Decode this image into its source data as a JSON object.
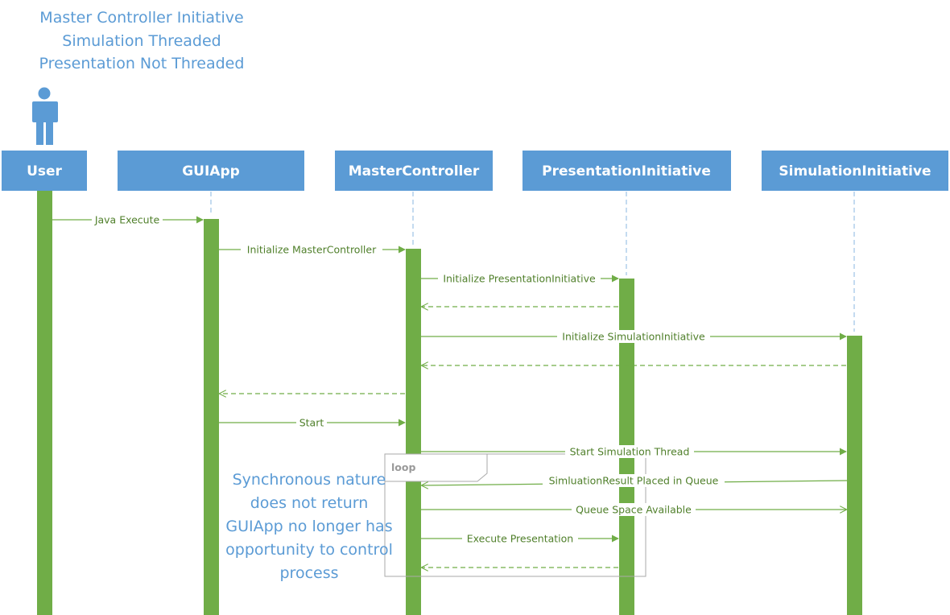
{
  "title": {
    "line1": "Master Controller Initiative",
    "line2": "Simulation Threaded",
    "line3": "Presentation Not Threaded"
  },
  "lifelines": [
    {
      "label": "User"
    },
    {
      "label": "GUIApp"
    },
    {
      "label": "MasterController"
    },
    {
      "label": "PresentationInitiative"
    },
    {
      "label": "SimulationInitiative"
    }
  ],
  "messages": [
    {
      "label": "Java Execute"
    },
    {
      "label": "Initialize MasterController"
    },
    {
      "label": "Initialize PresentationInitiative"
    },
    {
      "label": "Initialize SimulationInitiative"
    },
    {
      "label": "Start"
    },
    {
      "label": "Start Simulation Thread"
    },
    {
      "label": "SimluationResult Placed in Queue"
    },
    {
      "label": "Queue Space Available"
    },
    {
      "label": "Execute Presentation"
    }
  ],
  "loop": {
    "label": "loop"
  },
  "note": {
    "line1": "Synchronous nature",
    "line2": "does not return",
    "line3": "GUIApp no longer has",
    "line4": "opportunity to control",
    "line5": "process"
  },
  "colors": {
    "header": "#5b9bd5",
    "activation": "#70ad47",
    "message": "#70ad47",
    "text": "#4f7f2a",
    "title": "#5b9bd5"
  }
}
